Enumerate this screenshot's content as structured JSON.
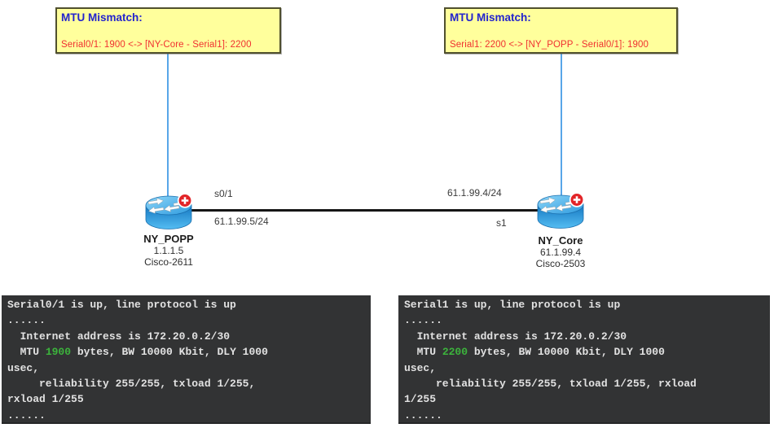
{
  "callouts": [
    {
      "title": "MTU Mismatch:",
      "detail": "Serial0/1: 1900 <-> [NY-Core - Serial1]: 2200"
    },
    {
      "title": "MTU Mismatch:",
      "detail": "Serial1: 2200 <-> [NY_POPP - Serial0/1]: 1900"
    }
  ],
  "devices": [
    {
      "name": "NY_POPP",
      "ip": "1.1.1.5",
      "model": "Cisco-2611"
    },
    {
      "name": "NY_Core",
      "ip": "61.1.99.4",
      "model": "Cisco-2503"
    }
  ],
  "link": {
    "left_interface": "s0/1",
    "left_address": "61.1.99.5/24",
    "right_address": "61.1.99.4/24",
    "right_interface": "s1"
  },
  "colors": {
    "callout_bg": "#ffff9c",
    "callout_border": "#50502e",
    "title_blue": "#2323cd",
    "alert_red": "#f03030",
    "console_bg": "#323334",
    "console_text": "#e2e2e2",
    "mtu_green": "#3cb43c",
    "connector_blue": "#58a6e8",
    "link_black": "#151515"
  },
  "consoles": [
    {
      "lines": [
        [
          {
            "t": "Serial0/1 is up, line protocol is up"
          }
        ],
        [
          {
            "t": "......"
          }
        ],
        [
          {
            "t": "  Internet address is 172.20.0.2/30"
          }
        ],
        [
          {
            "t": "  MTU "
          },
          {
            "t": "1900",
            "hl": true
          },
          {
            "t": " bytes, BW 10000 Kbit, DLY 1000"
          }
        ],
        [
          {
            "t": "usec,"
          }
        ],
        [
          {
            "t": "     reliability 255/255, txload 1/255,"
          }
        ],
        [
          {
            "t": "rxload 1/255"
          }
        ],
        [
          {
            "t": "......"
          }
        ]
      ]
    },
    {
      "lines": [
        [
          {
            "t": "Serial1 is up, line protocol is up"
          }
        ],
        [
          {
            "t": "......"
          }
        ],
        [
          {
            "t": "  Internet address is 172.20.0.2/30"
          }
        ],
        [
          {
            "t": "  MTU "
          },
          {
            "t": "2200",
            "hl": true
          },
          {
            "t": " bytes, BW 10000 Kbit, DLY 1000"
          }
        ],
        [
          {
            "t": "usec,"
          }
        ],
        [
          {
            "t": "     reliability 255/255, txload 1/255, rxload"
          }
        ],
        [
          {
            "t": "1/255"
          }
        ],
        [
          {
            "t": "......"
          }
        ]
      ]
    }
  ]
}
